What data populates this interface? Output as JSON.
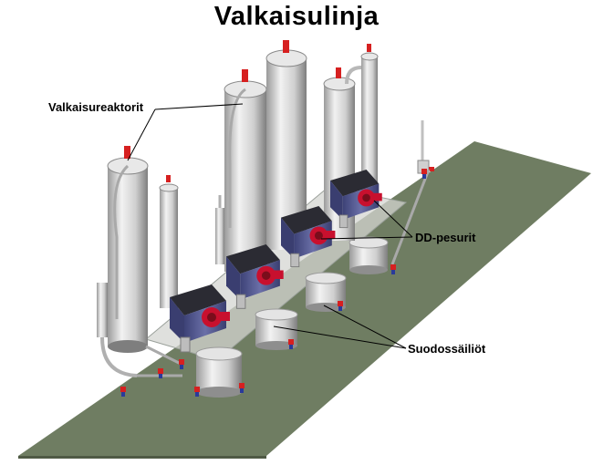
{
  "title": "Valkaisulinja",
  "labels": {
    "reactors": "Valkaisureaktorit",
    "washers": "DD-pesurit",
    "tanks": "Suodossäiliöt"
  },
  "colors": {
    "floor": "#6f7d62",
    "platform": "#c9ccc8",
    "steel_light": "#e6e6e6",
    "steel_dark": "#8c8c8c",
    "washer_body": "#4a4f85",
    "washer_top": "#2b2b33",
    "washer_red": "#c8102e",
    "valve_red": "#d62020",
    "valve_blue": "#2a3a9a"
  }
}
